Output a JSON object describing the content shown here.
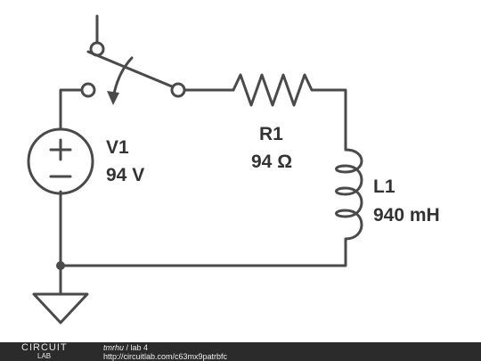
{
  "components": {
    "source": {
      "name": "V1",
      "value": "94 V"
    },
    "resistor": {
      "name": "R1",
      "value": "94 Ω"
    },
    "inductor": {
      "name": "L1",
      "value": "940 mH"
    }
  },
  "footer": {
    "brand_top": "CIRCUIT",
    "brand_bottom": "LAB",
    "user": "tmrhu",
    "separator": " / ",
    "project": "lab 4",
    "url": "http://circuitlab.com/c63mx9patrbfc"
  },
  "colors": {
    "wire": "#4a4a4a",
    "footer_bg": "#2b2b2b"
  }
}
